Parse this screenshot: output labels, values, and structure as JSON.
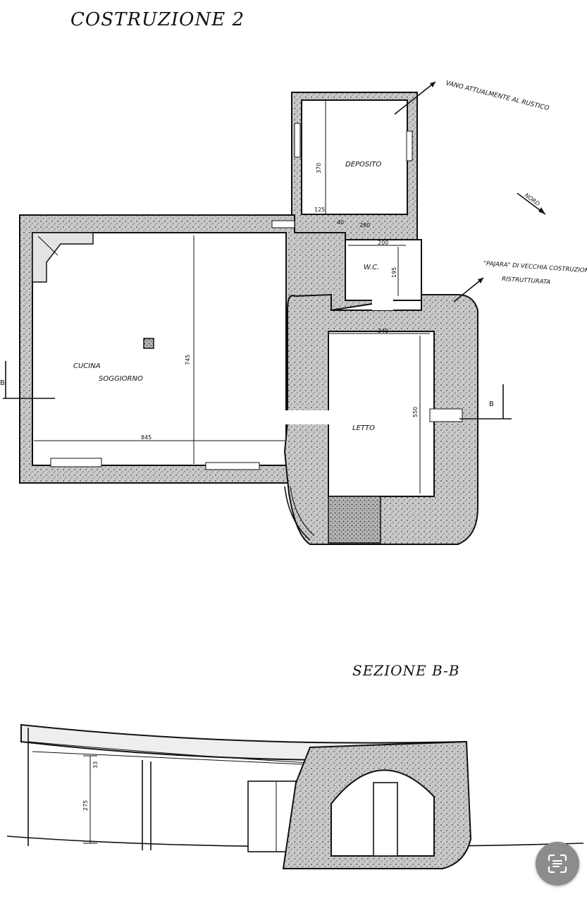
{
  "plan": {
    "title": "COSTRUZIONE 2",
    "rooms": {
      "deposito": "DEPOSITO",
      "wc": "W.C.",
      "cucina": "CUCINA",
      "soggiorno": "SOGGIORNO",
      "letto": "LETTO"
    },
    "notes": {
      "vano_line1": "VANO ATTUALMENTE AL RUSTICO",
      "pajara_line1": "\"PAJARA\" DI VECCHIA COSTRUZIONE",
      "pajara_line2": "RISTRUTTURATA",
      "north": "NORD"
    },
    "section_marks": {
      "left": "B",
      "right": "B"
    },
    "dimensions": {
      "d370": "370",
      "d125": "125",
      "d40": "40",
      "d280": "280",
      "d200": "200",
      "d195": "195",
      "d340": "340",
      "d745": "745",
      "d845": "845",
      "d550": "550"
    }
  },
  "section": {
    "title": "SEZIONE B-B",
    "dimensions": {
      "d275": "275",
      "d33": "33"
    }
  },
  "ui": {
    "scan_button_icon": "text-scan-icon"
  }
}
